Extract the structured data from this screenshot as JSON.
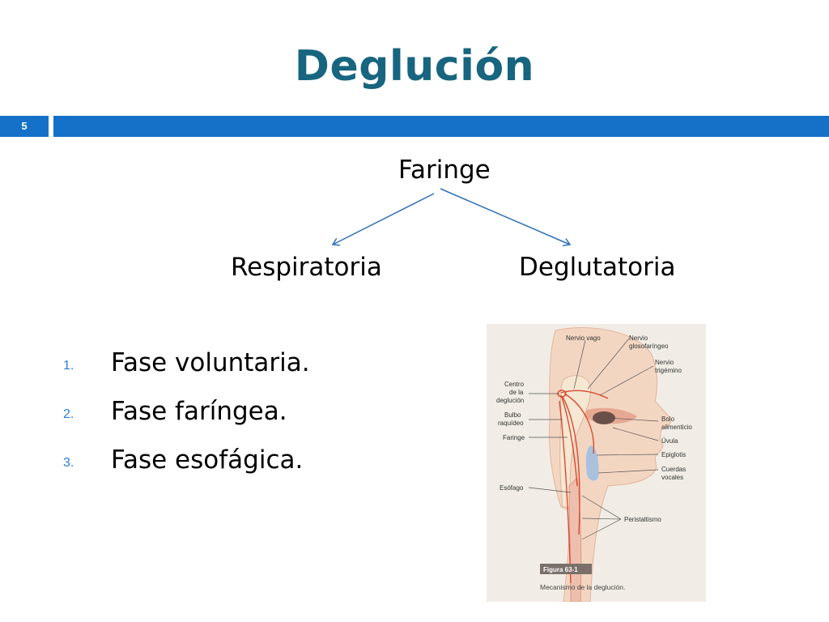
{
  "slide": {
    "title": "Deglución",
    "number": "5",
    "accent_color": "#1571c8",
    "title_color": "#17657f"
  },
  "diagram": {
    "root": "Faringe",
    "children": [
      "Respiratoria",
      "Deglutatoria"
    ]
  },
  "phases": [
    {
      "num": "1.",
      "text": "Fase voluntaria."
    },
    {
      "num": "2.",
      "text": "Fase faríngea."
    },
    {
      "num": "3.",
      "text": "Fase esofágica."
    }
  ],
  "figure": {
    "labels": {
      "nervio_vago": "Nervio vago",
      "nervio_gloso_1": "Nervio",
      "nervio_gloso_2": "glosofaríngeo",
      "nervio_trig_1": "Nervio",
      "nervio_trig_2": "trigémino",
      "centro_1": "Centro",
      "centro_2": "de la",
      "centro_3": "deglución",
      "bulbo_1": "Bulbo",
      "bulbo_2": "raquídeo",
      "faringe": "Faringe",
      "bolo_1": "Bolo",
      "bolo_2": "alimenticio",
      "uvula": "Úvula",
      "epiglotis": "Epiglotis",
      "cuerdas_1": "Cuerdas",
      "cuerdas_2": "vocales",
      "esofago": "Esófago",
      "peristaltismo": "Peristaltismo"
    },
    "figure_tag": "Figura 63-1",
    "caption": "Mecanismo de la deglución."
  }
}
